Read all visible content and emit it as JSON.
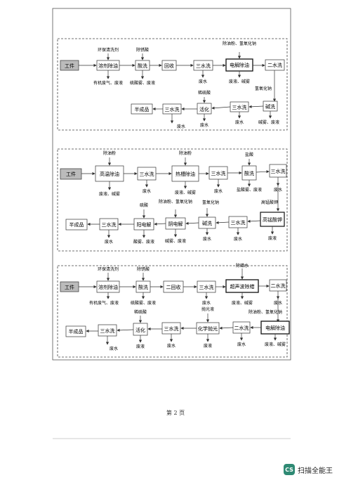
{
  "page_number": "第 2 页",
  "scanner_badge": {
    "icon": "CS",
    "text": "扫描全能王"
  },
  "flow1": {
    "labels": {
      "input": "工件",
      "degrease": "溶剂除油",
      "pickle": "酸洗",
      "recover": "回收",
      "rinse3a": "三水洗",
      "electro": "电解除油",
      "rinse2": "二水洗",
      "alkali": "碱洗",
      "rinse3b": "三水洗",
      "activate": "活化",
      "rinse3c": "三水洗",
      "product": "半成品"
    },
    "notes": {
      "solvent": "环保清洗剂",
      "acid": "除锈酸",
      "degreaser": "除油粉、氢氧化钠",
      "naoh": "氢氧化钠",
      "sulfuric": "稀硫酸",
      "organic_waste": "有机废气、废液",
      "acid_waste": "硫酸雾、废液",
      "ww_rinse3a": "废水",
      "ww_electro": "废液、碱雾",
      "ww_rinse3b": "废水",
      "ww_activate": "废水",
      "ww_rinse3c": "废水",
      "alkali_waste": "碱雾、废液"
    }
  },
  "flow2": {
    "labels": {
      "input": "工件",
      "hot_degrease": "高温除油",
      "rinse3a": "三水洗",
      "hot_degrease2": "热槽除油",
      "rinse3b": "三水洗",
      "pickle": "酸洗",
      "rinse3c": "三水洗",
      "permanganate": "高锰酸钾",
      "rinse3d": "三水洗",
      "alkali": "碱洗",
      "cathode": "阴电解",
      "anode": "阳电解",
      "rinse3e": "三水洗",
      "product": "半成品"
    },
    "notes": {
      "degreaser1": "除油粉",
      "degreaser2": "除油粉",
      "hcl": "盐酸",
      "mn": "高锰酸钾",
      "naoh": "氢氧化钠",
      "mix": "除油粉、氢氧化钠",
      "sulfuric": "硫酸",
      "ww1": "废液、碱雾",
      "ww_rinse3a": "废水",
      "ww2": "废液、碱雾",
      "ww_rinse3b": "废水",
      "ww_acid": "盐酸雾、废液",
      "ww_rinse3c": "废水",
      "ww_mn": "废液",
      "ww_rinse3d": "废水",
      "ww_alk": "废水",
      "ww_cathode": "碱雾、废液",
      "ww_anode": "酸雾、废液",
      "ww_rinse3e": "废水"
    }
  },
  "flow3": {
    "labels": {
      "input": "工件",
      "degrease": "溶剂除油",
      "pickle": "酸洗",
      "recover": "二回收",
      "rinse3a": "三水洗",
      "ultra": "超声波除蜡",
      "rinse2": "二水洗",
      "electro": "电解除油",
      "rinse2b": "二水洗",
      "chem_polish": "化学抛光",
      "rinse3b": "三水洗",
      "activate": "活化",
      "rinse3c": "三水洗",
      "product": "半成品"
    },
    "notes": {
      "solvent": "环保清洗剂",
      "acid": "除锈酸",
      "wax": "除蜡水",
      "degreaser": "除油粉、氢氧化钠",
      "polish": "抛光液",
      "sulfuric": "稀硫酸",
      "organic_waste": "有机废气、废液",
      "acid_waste": "硫酸雾、废液",
      "ww_rinse3a": "废水",
      "ww_ultra": "废液、碱雾",
      "ww_rinse2": "废水",
      "ww_electro": "废液、碱雾",
      "ww_rinse2b": "废水",
      "ww_polish": "废液",
      "ww_rinse3b": "废水",
      "ww_activate": "废液",
      "ww_rinse3c": "废水"
    }
  }
}
